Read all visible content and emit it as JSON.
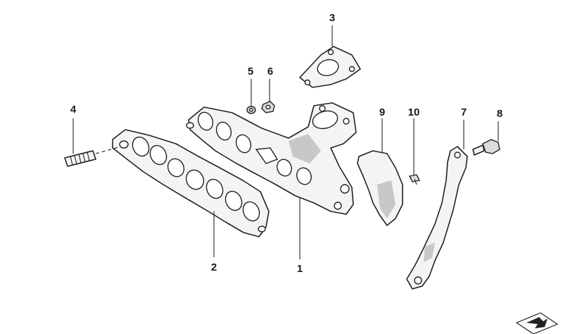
{
  "callouts": {
    "c1": "1",
    "c2": "2",
    "c3": "3",
    "c4": "4",
    "c5": "5",
    "c6": "6",
    "c7": "7",
    "c8": "8",
    "c9": "9",
    "c10": "10"
  },
  "colors": {
    "line": "#222222",
    "fill": "#f4f4f4",
    "background": "#ffffff"
  }
}
